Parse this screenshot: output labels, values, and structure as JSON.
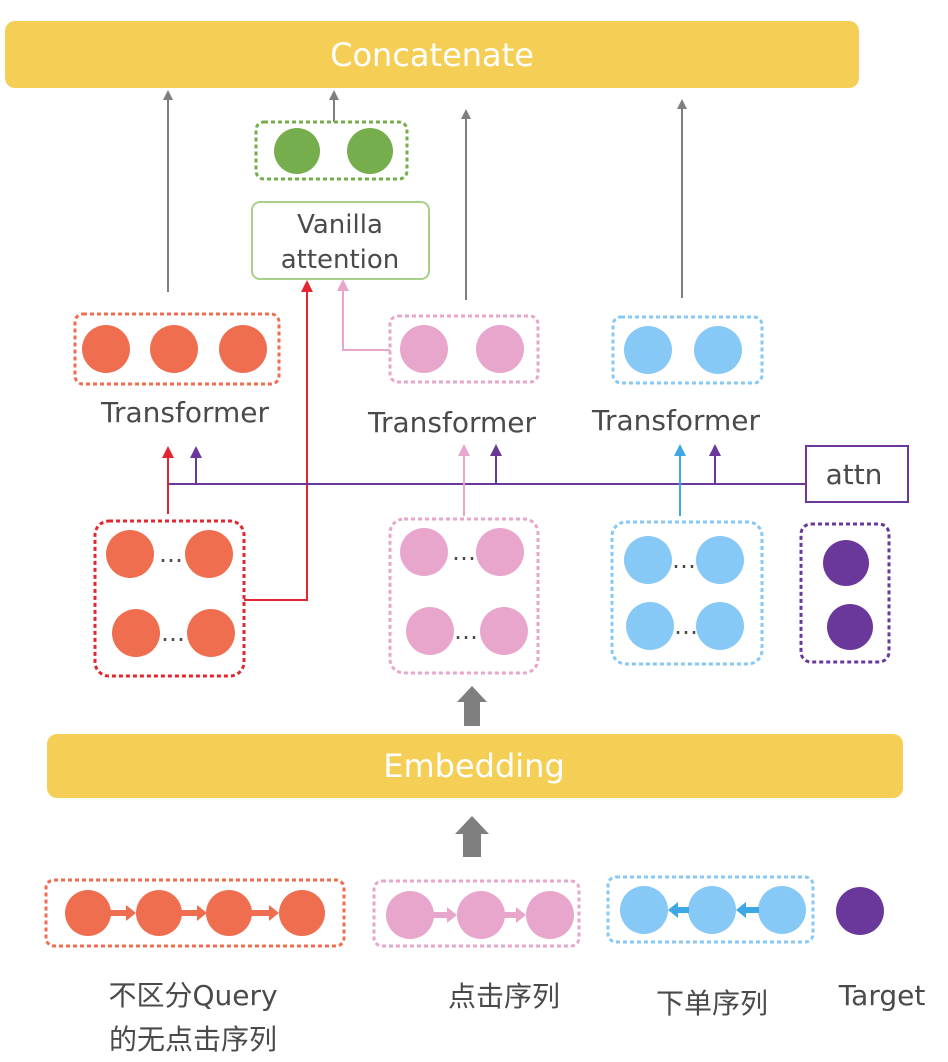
{
  "diagram": {
    "top_banner": "Concatenate",
    "embedding_banner": "Embedding",
    "attention_box": [
      "Vanilla",
      "attention"
    ],
    "transformer_labels": [
      "Transformer",
      "Transformer",
      "Transformer"
    ],
    "attn_box": "attn",
    "ellipsis": "…",
    "bottom_labels": {
      "query_seq": [
        "不区分Query",
        "的无点击序列"
      ],
      "click_seq": "点击序列",
      "order_seq": "下单序列",
      "target": "Target"
    }
  },
  "colors": {
    "banner": "#F5CF55",
    "orange": "#F06E50",
    "red_line": "#E3262F",
    "pink": "#E8A6CC",
    "blue": "#86C8F6",
    "blue_arrow": "#3CA9E6",
    "purple": "#6A389A",
    "green": "#76AE4E",
    "green_border": "#A7D08B",
    "gray_arrow": "#7F7F7F"
  }
}
